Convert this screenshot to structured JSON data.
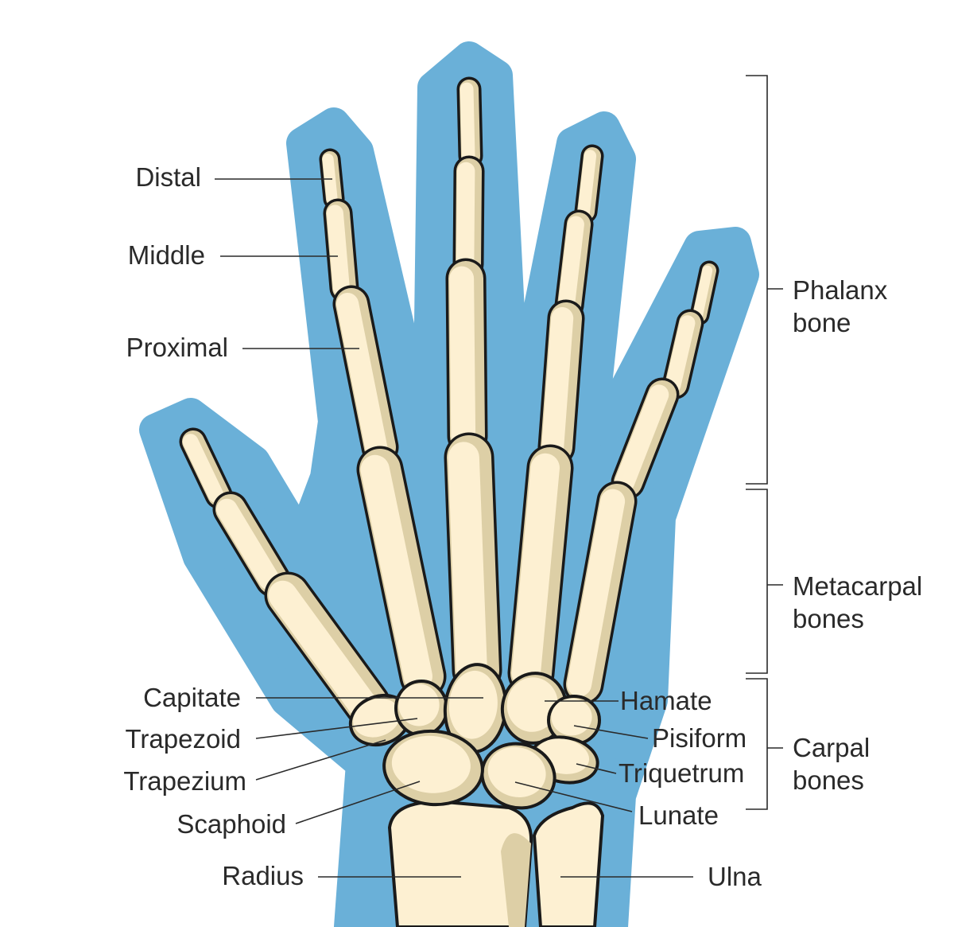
{
  "colors": {
    "skin": "#6AB0D8",
    "bone": "#FDF0D2",
    "bone_shade": "#DDCFA6",
    "outline": "#1A1A1A",
    "text": "#2A2A2A"
  },
  "labels": {
    "distal": "Distal",
    "middle": "Middle",
    "proximal": "Proximal",
    "capitate": "Capitate",
    "trapezoid": "Trapezoid",
    "trapezium": "Trapezium",
    "scaphoid": "Scaphoid",
    "radius": "Radius",
    "hamate": "Hamate",
    "pisiform": "Pisiform",
    "triquetrum": "Triquetrum",
    "lunate": "Lunate",
    "ulna": "Ulna"
  },
  "groups": {
    "phalanx": [
      "Phalanx",
      "bone"
    ],
    "metacarpal": [
      "Metacarpal",
      "bones"
    ],
    "carpal": [
      "Carpal",
      "bones"
    ]
  }
}
